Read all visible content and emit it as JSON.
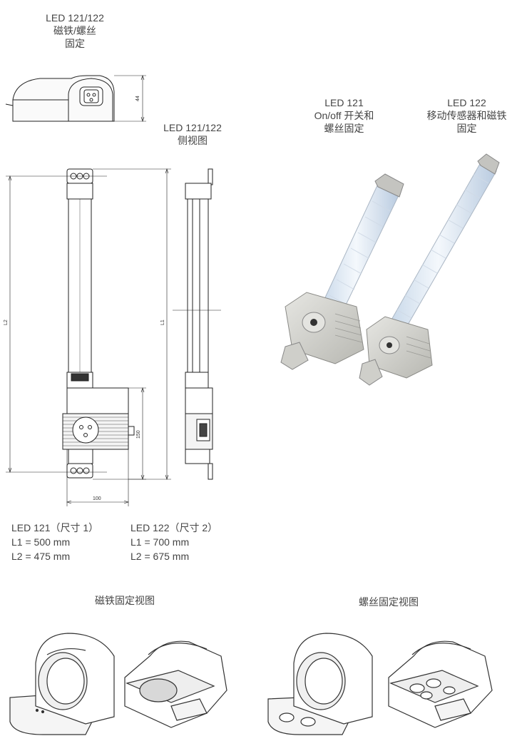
{
  "labels": {
    "top_left": [
      "LED 121/122",
      "磁铁/螺丝",
      "固定"
    ],
    "side_view": [
      "LED 121/122",
      "侧视图"
    ],
    "led121_photo": [
      "LED 121",
      "On/off 开关和",
      "螺丝固定"
    ],
    "led122_photo": [
      "LED 122",
      "移动传感器和磁铁",
      "固定"
    ],
    "magnet_view": "磁铁固定视图",
    "screw_view": "螺丝固定视图"
  },
  "specs": {
    "led121": [
      "LED 121（尺寸 1）",
      "L1 = 500 mm",
      "L2 = 475 mm"
    ],
    "led122": [
      "LED 122（尺寸 2）",
      "L1 = 700 mm",
      "L2 = 675 mm"
    ]
  },
  "dimensions": {
    "height": "44",
    "l1": "L1",
    "l2": "L2",
    "box_height": "150",
    "width": "100"
  }
}
